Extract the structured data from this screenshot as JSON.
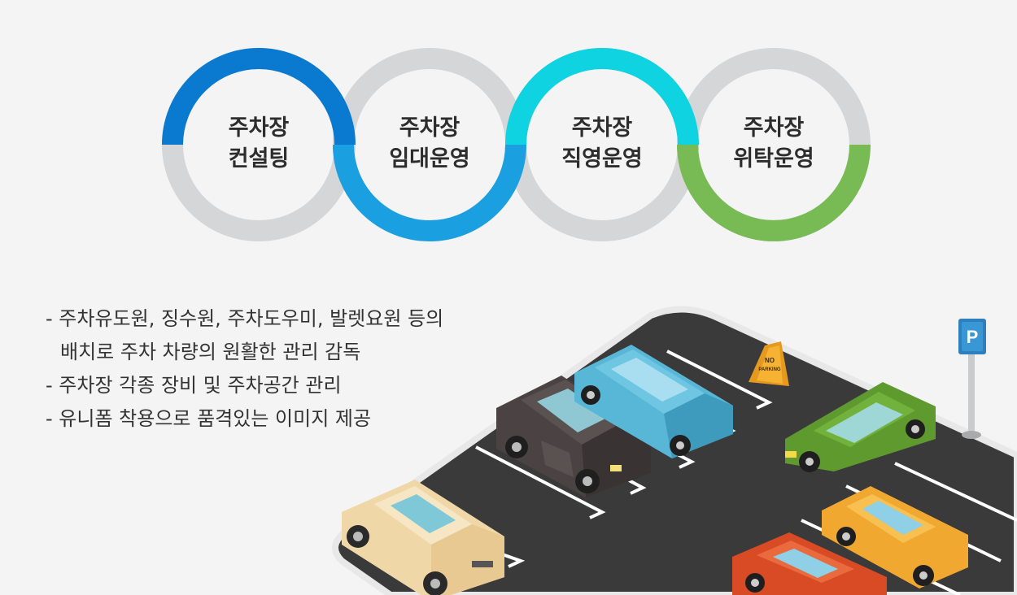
{
  "services": [
    {
      "line1": "주차장",
      "line2": "컨설팅",
      "color": "#0a7ad1"
    },
    {
      "line1": "주차장",
      "line2": "임대운영",
      "color": "#1a9fe0"
    },
    {
      "line1": "주차장",
      "line2": "직영운영",
      "color": "#0fd3e0"
    },
    {
      "line1": "주차장",
      "line2": "위탁운영",
      "color": "#78bb55"
    }
  ],
  "ring_base_color": "#d5d6d8",
  "description": [
    "- 주차유도원, 징수원, 주차도우미, 발렛요원 등의",
    "배치로 주차 차량의 원활한 관리 감독",
    "- 주차장 각종 장비 및 주차공간 관리",
    "- 유니폼 착용으로 품격있는 이미지 제공"
  ],
  "illustration": {
    "parking_sign": "P",
    "cone_sign_line1": "NO",
    "cone_sign_line2": "PARKING",
    "lot_color": "#3a3a3a",
    "car_colors": [
      "#f3ddb2",
      "#4b4343",
      "#58b7d6",
      "#5f9a2f",
      "#f0a830",
      "#d84b25"
    ]
  }
}
